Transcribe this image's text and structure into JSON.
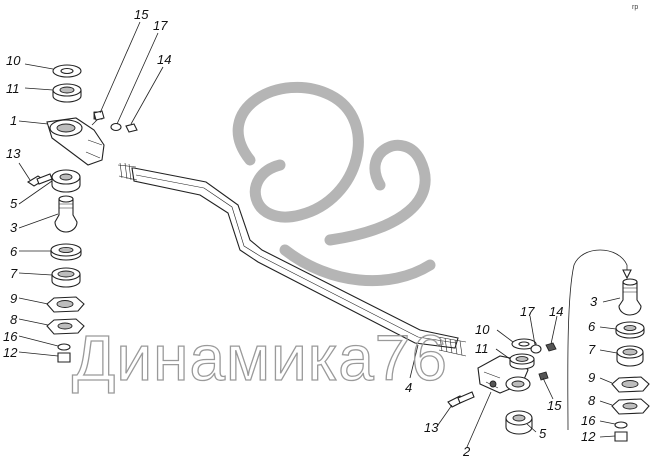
{
  "diagram": {
    "watermark": "Динамика76",
    "corner_mark": "rp"
  },
  "callouts": [
    {
      "id": "c15a",
      "text": "15"
    },
    {
      "id": "c17a",
      "text": "17"
    },
    {
      "id": "c14a",
      "text": "14"
    },
    {
      "id": "c10a",
      "text": "10"
    },
    {
      "id": "c11a",
      "text": "11"
    },
    {
      "id": "c1",
      "text": "1"
    },
    {
      "id": "c13a",
      "text": "13"
    },
    {
      "id": "c5a",
      "text": "5"
    },
    {
      "id": "c3a",
      "text": "3"
    },
    {
      "id": "c6a",
      "text": "6"
    },
    {
      "id": "c7a",
      "text": "7"
    },
    {
      "id": "c9a",
      "text": "9"
    },
    {
      "id": "c8a",
      "text": "8"
    },
    {
      "id": "c16a",
      "text": "16"
    },
    {
      "id": "c12a",
      "text": "12"
    },
    {
      "id": "c4",
      "text": "4"
    },
    {
      "id": "c10b",
      "text": "10"
    },
    {
      "id": "c17b",
      "text": "17"
    },
    {
      "id": "c14b",
      "text": "14"
    },
    {
      "id": "c11b",
      "text": "11"
    },
    {
      "id": "c15b",
      "text": "15"
    },
    {
      "id": "c13b",
      "text": "13"
    },
    {
      "id": "c2",
      "text": "2"
    },
    {
      "id": "c5b",
      "text": "5"
    },
    {
      "id": "c3b",
      "text": "3"
    },
    {
      "id": "c6b",
      "text": "6"
    },
    {
      "id": "c7b",
      "text": "7"
    },
    {
      "id": "c9b",
      "text": "9"
    },
    {
      "id": "c8b",
      "text": "8"
    },
    {
      "id": "c16b",
      "text": "16"
    },
    {
      "id": "c12b",
      "text": "12"
    }
  ]
}
